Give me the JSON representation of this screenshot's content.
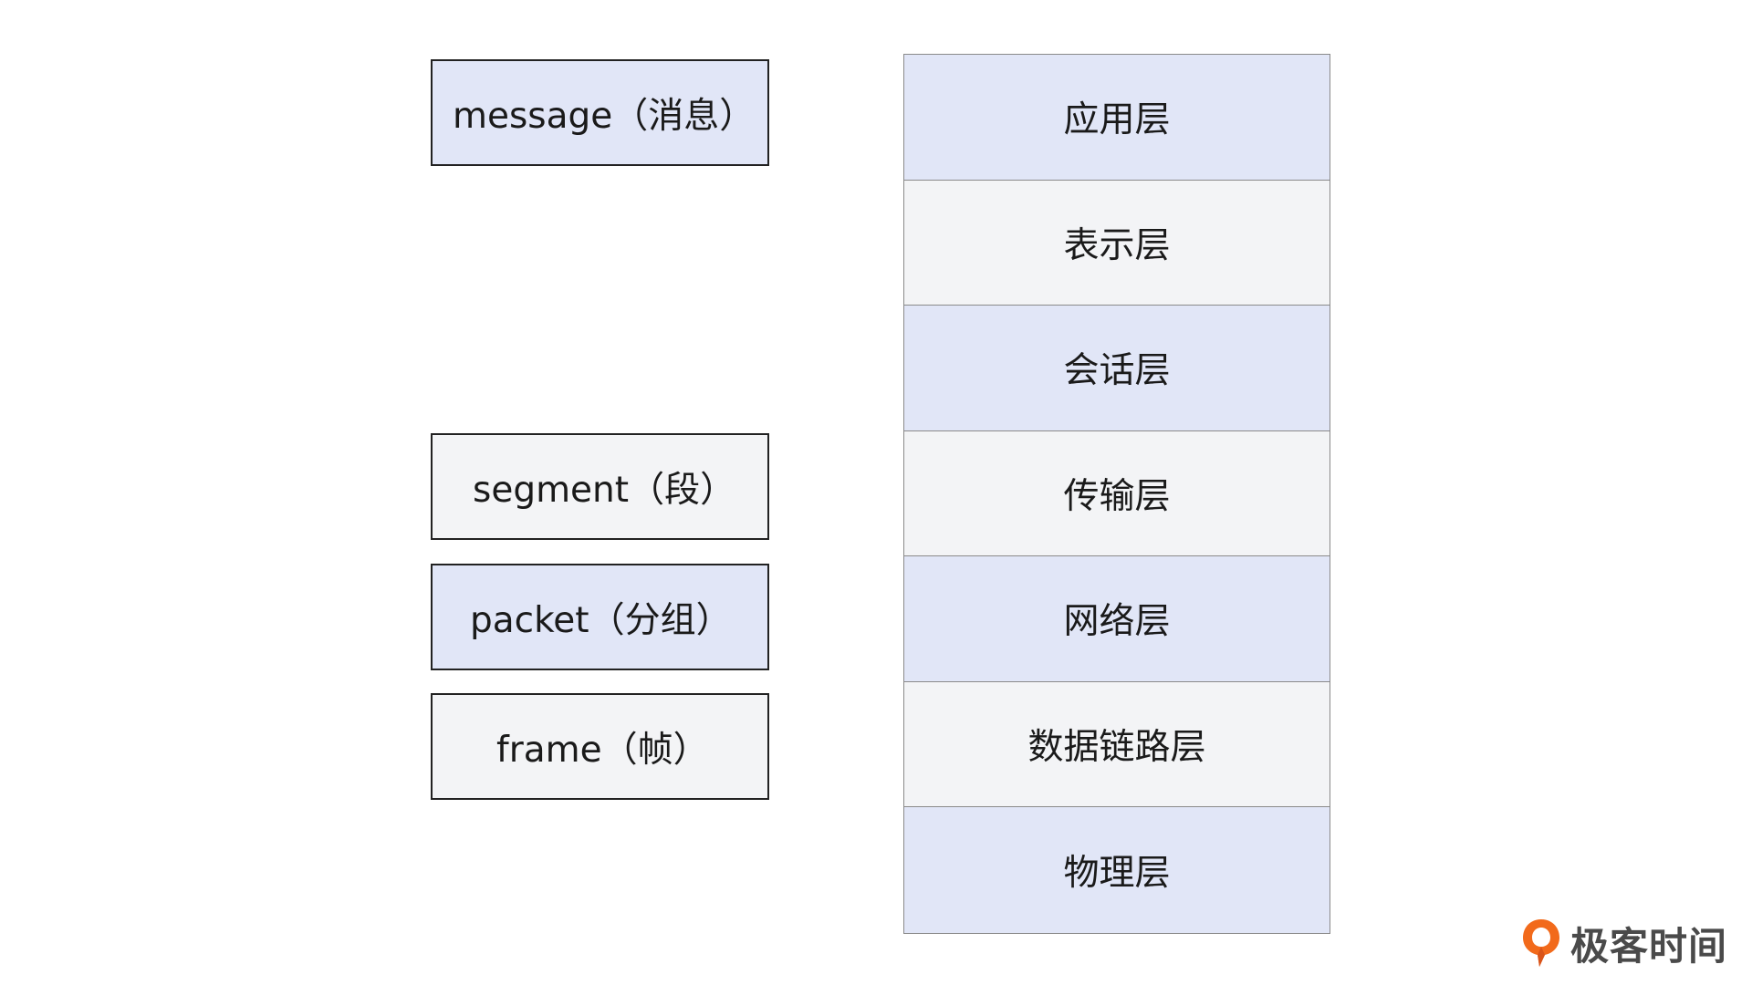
{
  "pdu_units": [
    {
      "id": "message",
      "label": "message（消息）",
      "fill": "#e1e6f7"
    },
    {
      "id": "segment",
      "label": "segment（段）",
      "fill": "#f3f4f6"
    },
    {
      "id": "packet",
      "label": "packet（分组）",
      "fill": "#e1e6f7"
    },
    {
      "id": "frame",
      "label": "frame（帧）",
      "fill": "#f3f4f6"
    }
  ],
  "osi_layers": [
    {
      "label": "应用层",
      "fill": "#e1e6f7"
    },
    {
      "label": "表示层",
      "fill": "#f3f4f6"
    },
    {
      "label": "会话层",
      "fill": "#e1e6f7"
    },
    {
      "label": "传输层",
      "fill": "#f3f4f6"
    },
    {
      "label": "网络层",
      "fill": "#e1e6f7"
    },
    {
      "label": "数据链路层",
      "fill": "#f3f4f6"
    },
    {
      "label": "物理层",
      "fill": "#e1e6f7"
    }
  ],
  "logo": {
    "text": "极客时间",
    "accent_color": "#f26a1b"
  }
}
